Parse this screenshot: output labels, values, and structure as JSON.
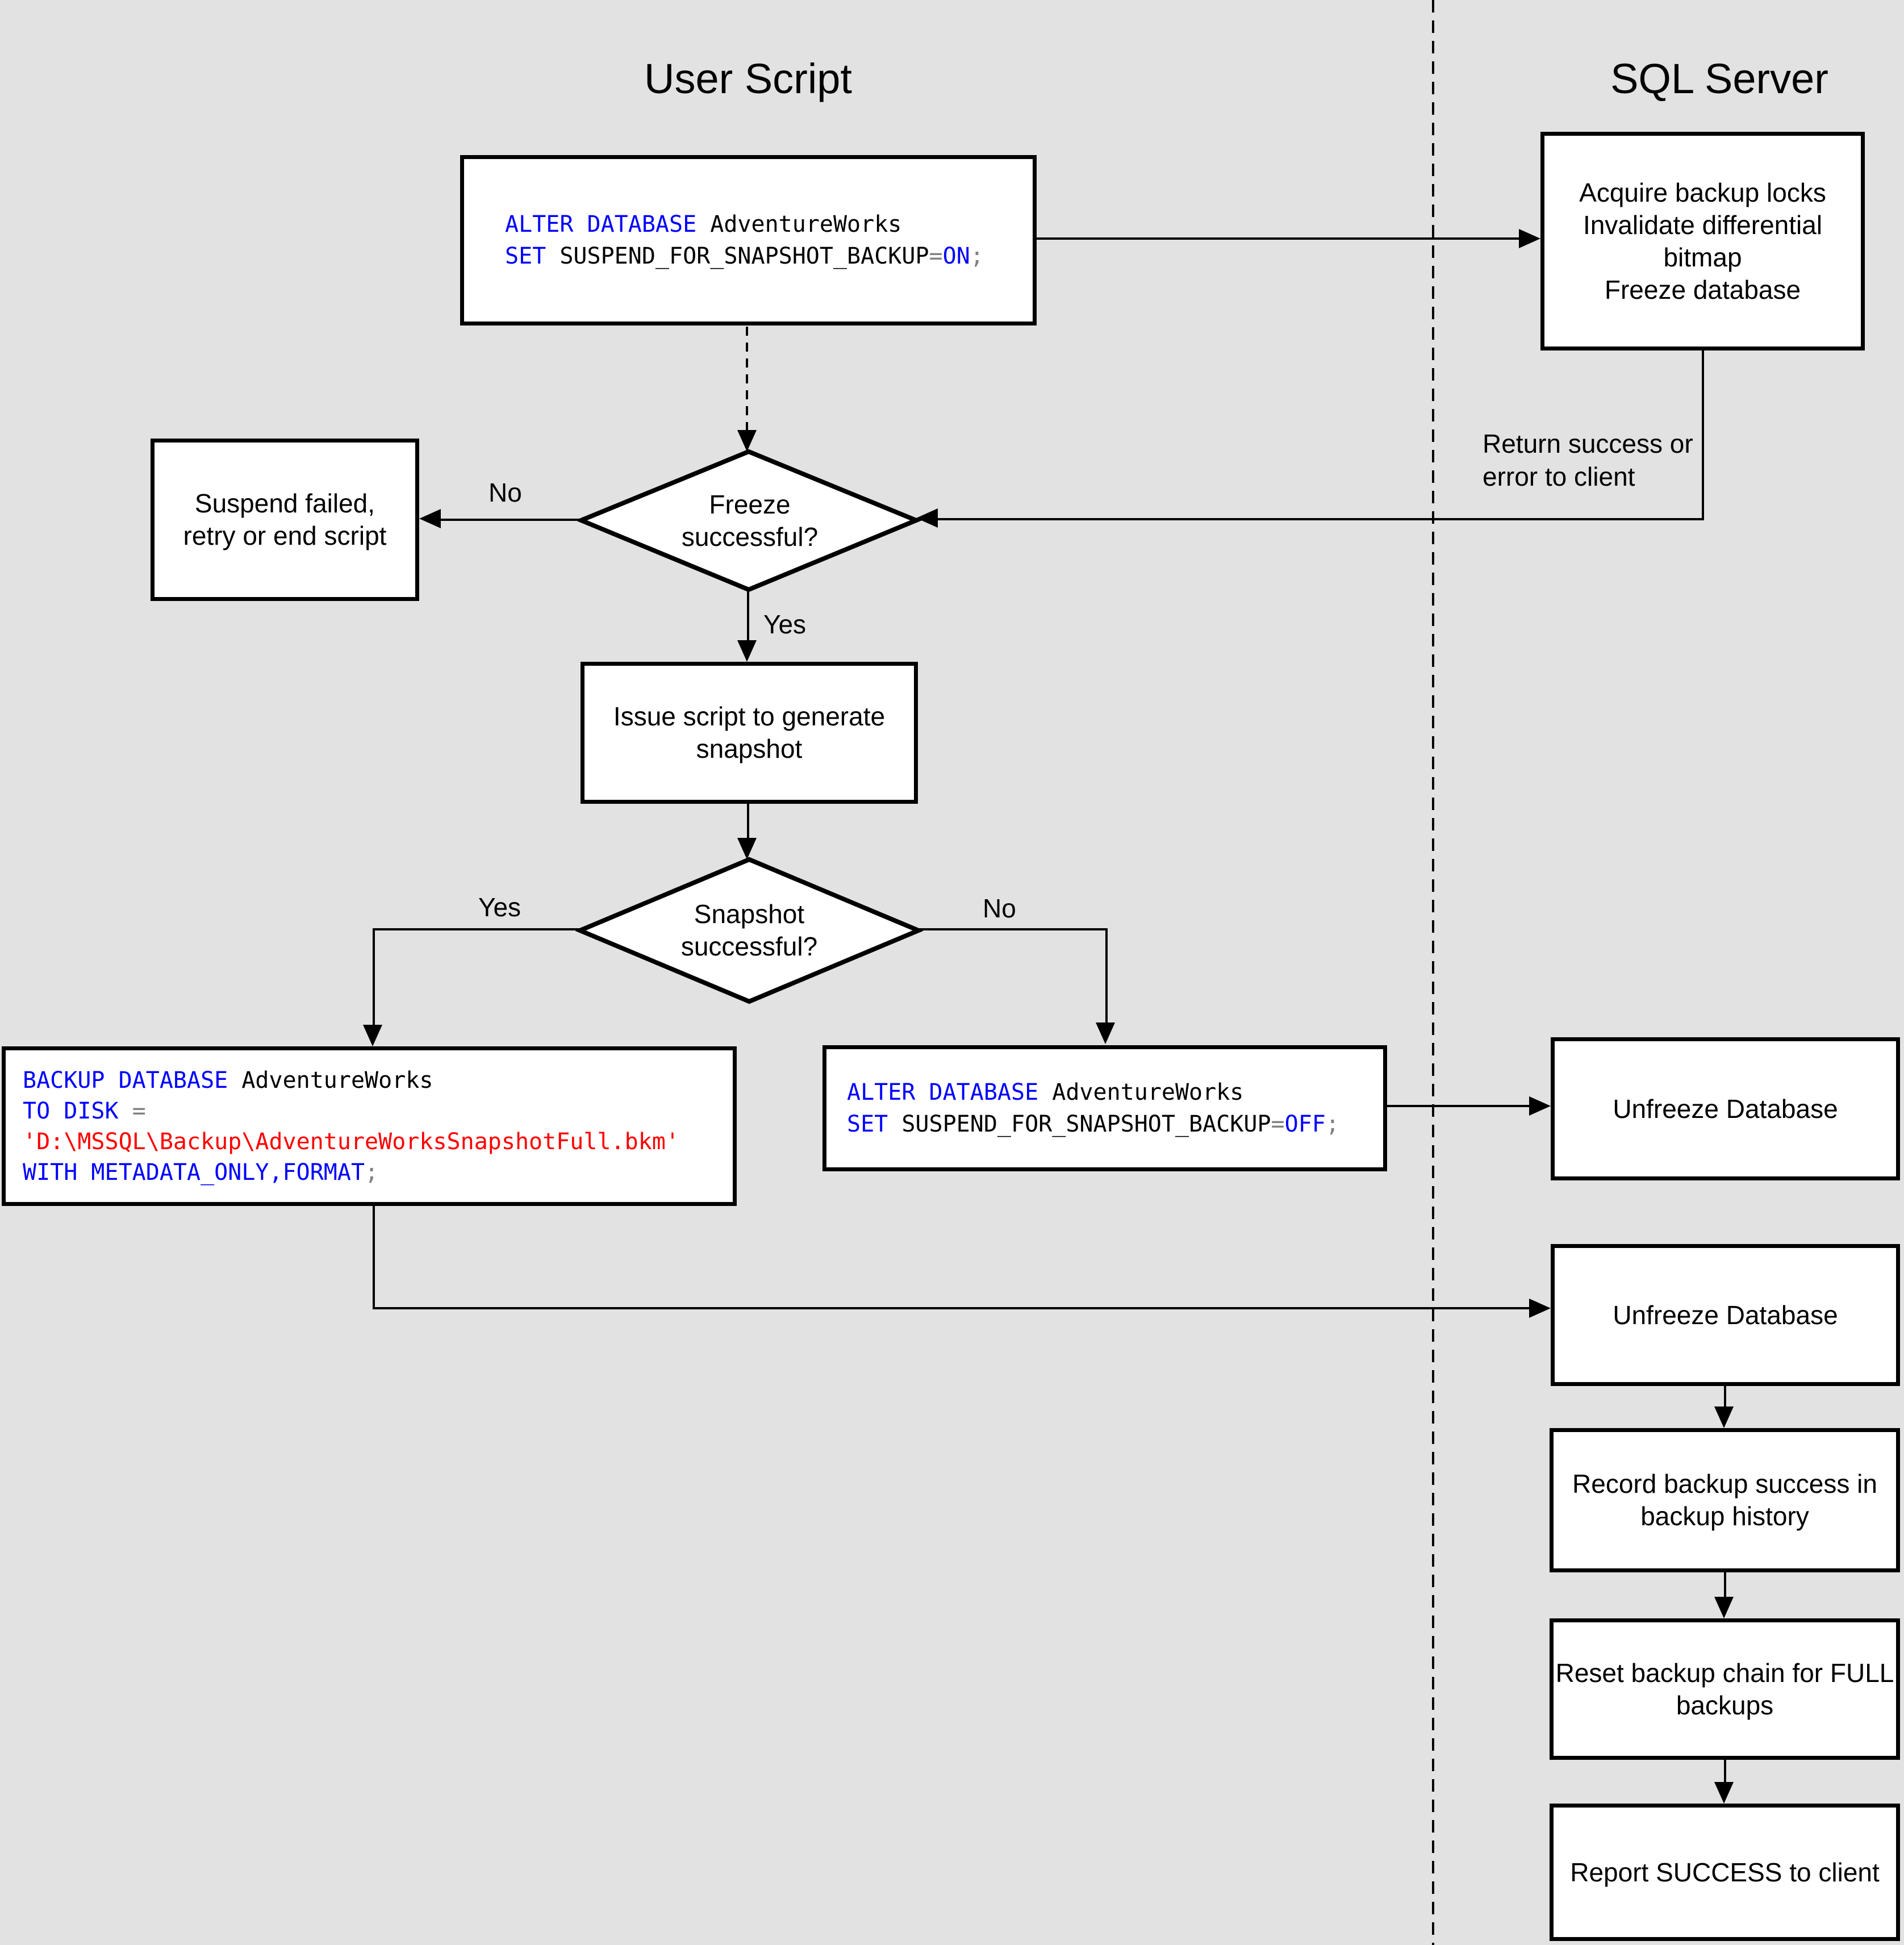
{
  "diagram": {
    "left_column_title": "User Script",
    "right_column_title": "SQL Server"
  },
  "code_colors": {
    "kw": "#0000ff",
    "id": "#000000",
    "str": "#ff0000",
    "op": "#808080"
  },
  "nodes": {
    "alter_on": {
      "code": [
        [
          {
            "t": "ALTER DATABASE",
            "c": "kw"
          },
          {
            "t": " AdventureWorks",
            "c": "id"
          }
        ],
        [
          {
            "t": "SET",
            "c": "kw"
          },
          {
            "t": " SUSPEND_FOR_SNAPSHOT_BACKUP",
            "c": "id"
          },
          {
            "t": "=",
            "c": "op"
          },
          {
            "t": "ON",
            "c": "kw"
          },
          {
            "t": ";",
            "c": "op"
          }
        ]
      ]
    },
    "acquire": {
      "lines": [
        "Acquire backup locks",
        "Invalidate differential",
        "bitmap",
        "Freeze database"
      ]
    },
    "freeze_decision": {
      "lines": [
        "Freeze",
        "successful?"
      ]
    },
    "suspend_failed": {
      "lines": [
        "Suspend failed,",
        "retry or end script"
      ]
    },
    "issue_script": {
      "lines": [
        "Issue script to generate",
        "snapshot"
      ]
    },
    "snapshot_decision": {
      "lines": [
        "Snapshot",
        "successful?"
      ]
    },
    "backup_metadata": {
      "code": [
        [
          {
            "t": "BACKUP DATABASE",
            "c": "kw"
          },
          {
            "t": " AdventureWorks",
            "c": "id"
          }
        ],
        [
          {
            "t": "TO DISK",
            "c": "kw"
          },
          {
            "t": " =",
            "c": "op"
          }
        ],
        [
          {
            "t": "'D:\\MSSQL\\Backup\\AdventureWorksSnapshotFull.bkm'",
            "c": "str"
          }
        ],
        [
          {
            "t": "WITH METADATA_ONLY,FORMAT",
            "c": "kw"
          },
          {
            "t": ";",
            "c": "op"
          }
        ]
      ]
    },
    "alter_off": {
      "code": [
        [
          {
            "t": "ALTER DATABASE",
            "c": "kw"
          },
          {
            "t": " AdventureWorks",
            "c": "id"
          }
        ],
        [
          {
            "t": "SET",
            "c": "kw"
          },
          {
            "t": " SUSPEND_FOR_SNAPSHOT_BACKUP",
            "c": "id"
          },
          {
            "t": "=",
            "c": "op"
          },
          {
            "t": "OFF",
            "c": "kw"
          },
          {
            "t": ";",
            "c": "op"
          }
        ]
      ]
    },
    "unfreeze_1": {
      "label": "Unfreeze Database"
    },
    "unfreeze_2": {
      "label": "Unfreeze Database"
    },
    "record_history": {
      "lines": [
        "Record backup success in",
        "backup history"
      ]
    },
    "reset_chain": {
      "lines": [
        "Reset backup chain for FULL",
        "backups"
      ]
    },
    "report_success": {
      "label": "Report SUCCESS to client"
    }
  },
  "edge_labels": {
    "freeze_no": "No",
    "freeze_yes": "Yes",
    "snapshot_yes": "Yes",
    "snapshot_no": "No",
    "return_status": [
      "Return success or",
      "error to client"
    ]
  }
}
